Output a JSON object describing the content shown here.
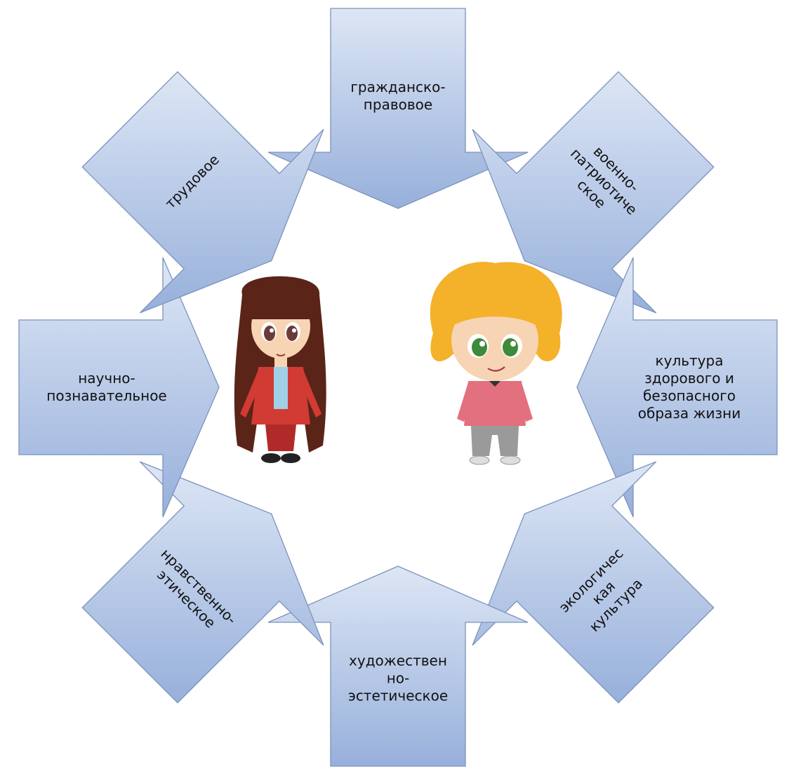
{
  "colors": {
    "arrow_fill_top": "#dde6f5",
    "arrow_fill_bottom": "#97b0db",
    "arrow_stroke": "#7b93bb",
    "text": "#111111"
  },
  "arrows": [
    {
      "id": "grazhdansko",
      "label": "гражданско-\nправовое"
    },
    {
      "id": "voenno",
      "label": "военно-\nпатриотиче\nское"
    },
    {
      "id": "kultura-zdorovogo",
      "label": "культура\nздорового и\nбезопасного\nобраза жизни"
    },
    {
      "id": "ekologicheskaya",
      "label": "экологичес\nкая\nкультура"
    },
    {
      "id": "khudozhestvenno",
      "label": "художествен\nно-\nэстетическое"
    },
    {
      "id": "nravstvenno",
      "label": "нравственно-\nэтическое"
    },
    {
      "id": "nauchno",
      "label": "научно-\nпознавательное"
    },
    {
      "id": "trudovoe",
      "label": "трудовое"
    }
  ],
  "characters": [
    {
      "id": "girl",
      "icon": "girl-character-icon",
      "colors": {
        "hair": "#5a2418",
        "jacket": "#d23a34",
        "skin": "#f7d4b4"
      }
    },
    {
      "id": "boy",
      "icon": "boy-character-icon",
      "colors": {
        "hair": "#f4b12a",
        "shirt": "#e2707e",
        "pants": "#9a9a9a"
      }
    }
  ]
}
